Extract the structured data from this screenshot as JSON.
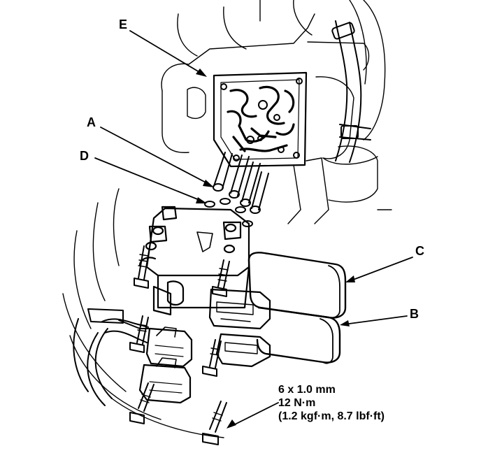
{
  "callouts": {
    "e": "E",
    "a": "A",
    "d": "D",
    "c": "C",
    "b": "B"
  },
  "spec": {
    "size": "6 x 1.0 mm",
    "torque": "12 N·m",
    "torque_alt": "(1.2 kgf·m, 8.7 lbf·ft)"
  }
}
